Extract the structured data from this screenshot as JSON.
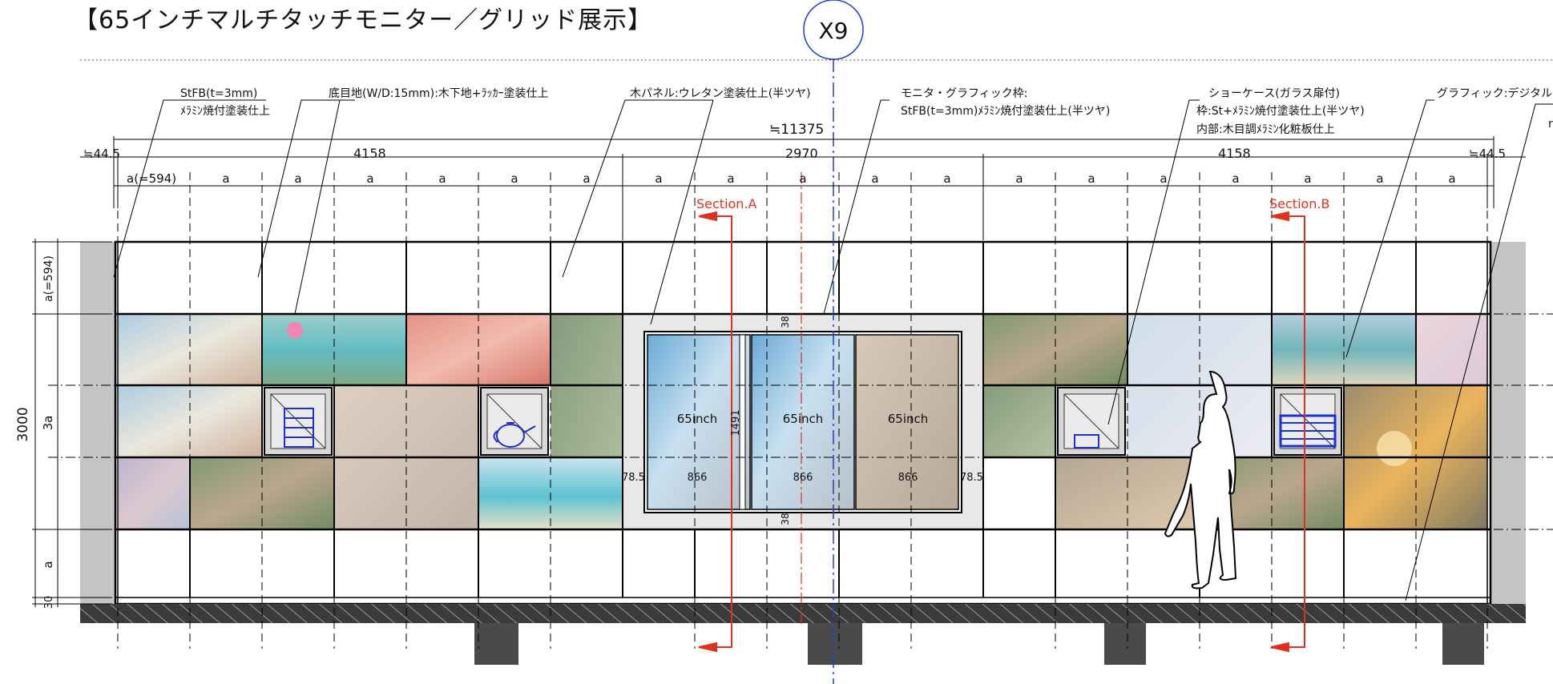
{
  "title": "【65インチマルチタッチモニター／グリッド展示】",
  "grid_label": "X9",
  "callouts": [
    {
      "line1": "StFB(t=3mm)",
      "line2": "ﾒﾗﾐﾝ焼付塗装仕上",
      "line3": ""
    },
    {
      "line1": "底目地(W/D:15mm):木下地+ﾗｯｶｰ塗装仕上",
      "line2": "",
      "line3": ""
    },
    {
      "line1": "木パネル:ウレタン塗装仕上(半ツヤ)",
      "line2": "",
      "line3": ""
    },
    {
      "line1": "モニタ・グラフィック枠:",
      "line2": "StFB(t=3mm)ﾒﾗﾐﾝ焼付塗装仕上(半ツヤ)",
      "line3": ""
    },
    {
      "line1": "ショーケース(ガラス扉付)",
      "line2": "枠:St+ﾒﾗﾐﾝ焼付塗装仕上(半ツヤ)",
      "line3": "内部:木目調ﾒﾗﾐﾝ化粧板仕上"
    },
    {
      "line1": "グラフィック:デジタル",
      "line2": "",
      "line3": ""
    },
    {
      "line1": "r",
      "line2": "",
      "line3": ""
    }
  ],
  "dimensions": {
    "total": "≒11375",
    "left_edge": "≒44.5",
    "right_edge": "≒44.5",
    "segment_left": "4158",
    "segment_center": "2970",
    "segment_right": "4158",
    "module_first": "a(=594)",
    "module": "a",
    "height_total": "3000",
    "height_top": "a(=594)",
    "height_mid": "3a",
    "height_bottom": "a",
    "height_base": "30",
    "monitor_height": "1491",
    "monitor_gap_top": "38",
    "monitor_gap_bottom": "38",
    "monitor_width": "866",
    "monitor_side": "78.5"
  },
  "sections": {
    "a": "Section.A",
    "b": "Section.B"
  },
  "monitors": [
    {
      "label": "65inch"
    },
    {
      "label": "65inch"
    },
    {
      "label": "65inch"
    }
  ],
  "colors": {
    "line": "#000000",
    "section_red": "#e03020",
    "grid_blue": "#1a3fd6",
    "icon_blue": "#1f2fd0",
    "floor_dark": "#3b3b3b",
    "side_grey": "#c4c4c4"
  }
}
